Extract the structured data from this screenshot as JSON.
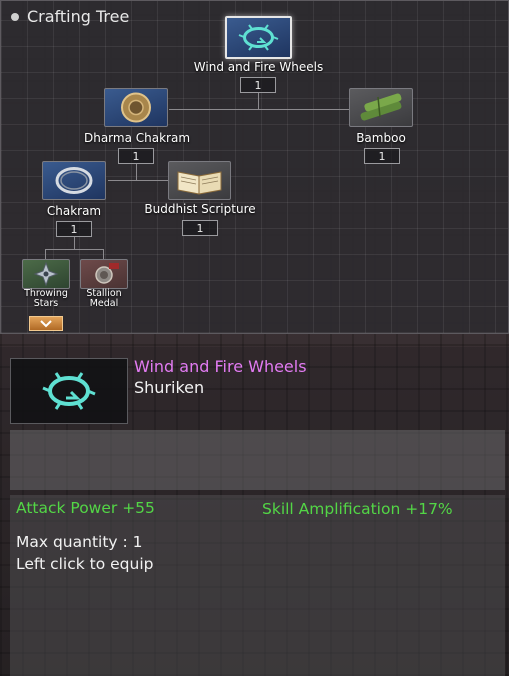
{
  "tree": {
    "title": "Crafting Tree",
    "nodes": [
      {
        "id": "wind-and-fire-wheels",
        "label": "Wind and Fire Wheels",
        "qty": "1",
        "icon": "spiked-ring-icon",
        "selected": true
      },
      {
        "id": "dharma-chakram",
        "label": "Dharma Chakram",
        "qty": "1",
        "icon": "golden-disc-icon"
      },
      {
        "id": "bamboo",
        "label": "Bamboo",
        "qty": "1",
        "icon": "bamboo-icon"
      },
      {
        "id": "chakram",
        "label": "Chakram",
        "qty": "1",
        "icon": "ring-icon"
      },
      {
        "id": "buddhist-scripture",
        "label": "Buddhist Scripture",
        "qty": "1",
        "icon": "book-icon"
      },
      {
        "id": "throwing-stars",
        "label": "Throwing Stars",
        "icon": "shuriken-star-icon"
      },
      {
        "id": "stallion-medal",
        "label": "Stallion Medal",
        "icon": "medal-icon"
      }
    ],
    "expand_icon": "chevron-down-icon"
  },
  "detail": {
    "name": "Wind and Fire Wheels",
    "type": "Shuriken",
    "icon": "spiked-ring-icon",
    "stats": [
      {
        "label": "Attack Power +55"
      },
      {
        "label": "Skill Amplification +17%"
      }
    ],
    "max_quantity": "Max quantity : 1",
    "hint": "Left click to equip"
  },
  "colors": {
    "name_color": "#e27bf2",
    "stat_color": "#53d646",
    "panel_bg": "#2d2b2f"
  }
}
